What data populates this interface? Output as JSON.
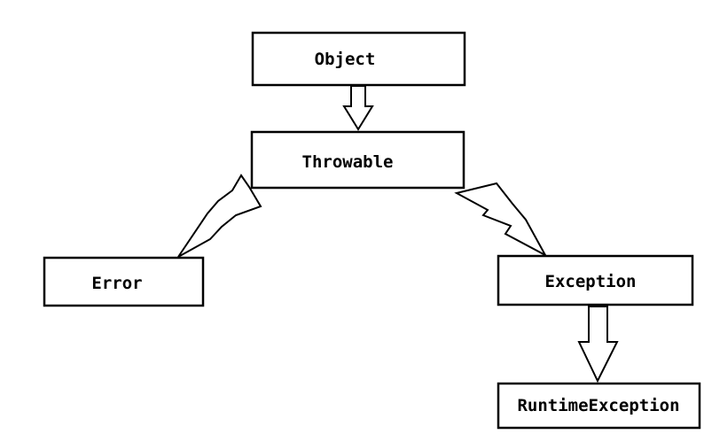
{
  "diagram": {
    "nodes": {
      "object": "Object",
      "throwable": "Throwable",
      "error": "Error",
      "exception": "Exception",
      "runtime_exception": "RuntimeException"
    }
  }
}
